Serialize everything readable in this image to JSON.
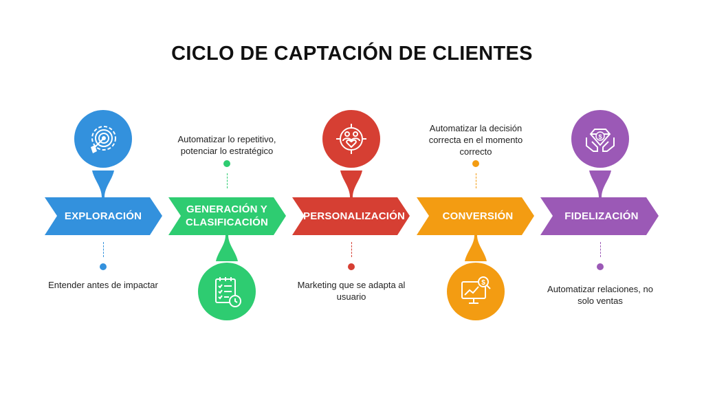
{
  "title": "CICLO DE CAPTACIÓN DE CLIENTES",
  "stages": [
    {
      "label": "EXPLORACIÓN",
      "description": "Entender antes de impactar",
      "color": "#3391DD",
      "icon": "radar-gear-icon"
    },
    {
      "label": "GENERACIÓN Y CLASIFICACIÓN",
      "description": "Automatizar lo repetitivo, potenciar lo estratégico",
      "color": "#2ECC71",
      "icon": "checklist-clock-icon"
    },
    {
      "label": "PERSONALIZACIÓN",
      "description": "Marketing que se adapta al usuario",
      "color": "#D63F33",
      "icon": "target-users-icon"
    },
    {
      "label": "CONVERSIÓN",
      "description": "Automatizar la decisión correcta en el momento correcto",
      "color": "#F39C12",
      "icon": "analytics-money-icon"
    },
    {
      "label": "FIDELIZACIÓN",
      "description": "Automatizar relaciones, no solo ventas",
      "color": "#9B59B6",
      "icon": "hands-diamond-icon"
    }
  ]
}
